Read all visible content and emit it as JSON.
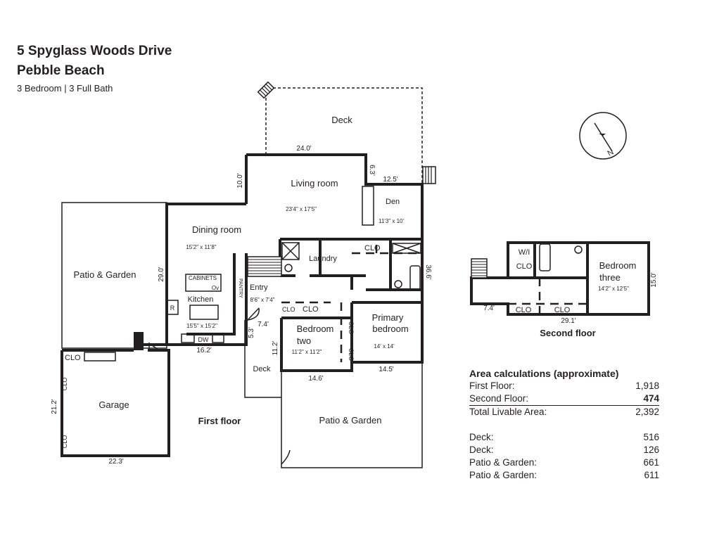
{
  "header": {
    "address": "5 Spyglass Woods Drive",
    "city": "Pebble Beach",
    "summary": "3 Bedroom  | 3 Full Bath"
  },
  "rooms": {
    "deck_top": "Deck",
    "living": {
      "name": "Living room",
      "size": "23'4\" x 17'5\""
    },
    "den": {
      "name": "Den",
      "size": "11'3\" x 10'"
    },
    "dining": {
      "name": "Dining room",
      "size": "15'2\" x 11'8\""
    },
    "kitchen": {
      "name": "Kitchen",
      "size": "15'5\" x 15'2\"",
      "cabinets": "CABINETS",
      "oven": "Ov",
      "fridge": "R",
      "dw": "DW",
      "pantry": "PANTRY"
    },
    "laundry": "Laundry",
    "entry": {
      "name": "Entry",
      "size": "8'6\" x 7'4\""
    },
    "bedroom_two": {
      "name1": "Bedroom",
      "name2": "two",
      "size": "11'2\" x 11'2\""
    },
    "primary": {
      "name1": "Primary",
      "name2": "bedroom",
      "size": "14' x 14'"
    },
    "deck_small": "Deck",
    "patio_left": "Patio & Garden",
    "patio_bottom": "Patio & Garden",
    "garage": "Garage",
    "bedroom_three": {
      "name1": "Bedroom",
      "name2": "three",
      "size": "14'2\" x 12'5\""
    },
    "wi": "W/I",
    "clo": "CLO"
  },
  "dimensions": {
    "d24": "24.0'",
    "d10": "10.0'",
    "d63": "6.3'",
    "d125": "12.5'",
    "d290": "29.0'",
    "d366": "36.6'",
    "d74a": "7.4'",
    "d53": "5.3'",
    "d112": "11.2'",
    "d162": "16.2'",
    "d146": "14.6'",
    "d145": "14.5'",
    "d212": "21.2'",
    "d223": "22.3'",
    "d74b": "7.4'",
    "d291": "29.1'",
    "d150": "15.0'"
  },
  "labels": {
    "first_floor": "First floor",
    "second_floor": "Second floor"
  },
  "compass": {
    "icon": "compass-north-icon",
    "letter": "N"
  },
  "area": {
    "heading": "Area calculations (approximate)",
    "rows": [
      {
        "label": "First Floor:",
        "value": "1,918"
      },
      {
        "label": "Second Floor:",
        "value": "474"
      },
      {
        "label": "Total Livable Area:",
        "value": "2,392"
      }
    ],
    "extras": [
      {
        "label": "Deck:",
        "value": "516"
      },
      {
        "label": "Deck:",
        "value": "126"
      },
      {
        "label": "Patio & Garden:",
        "value": "661"
      },
      {
        "label": "Patio & Garden:",
        "value": "611"
      }
    ]
  }
}
